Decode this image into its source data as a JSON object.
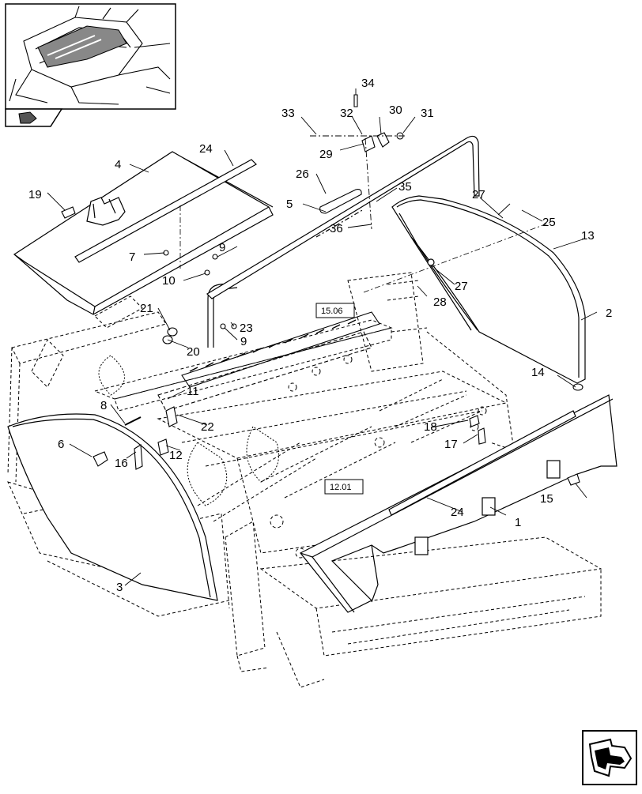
{
  "diagram": {
    "callouts": [
      "1",
      "2",
      "3",
      "4",
      "5",
      "6",
      "7",
      "8",
      "9",
      "9",
      "10",
      "11",
      "12",
      "13",
      "14",
      "15",
      "16",
      "17",
      "18",
      "19",
      "20",
      "21",
      "22",
      "23",
      "24",
      "24",
      "25",
      "26",
      "27",
      "27",
      "28",
      "29",
      "30",
      "31",
      "32",
      "33",
      "34",
      "35",
      "36"
    ],
    "reference_boxes": [
      "15.06",
      "12.01"
    ],
    "icons": {
      "inset": "machine-overview-thumbnail-icon",
      "inset_badge": "view-direction-arrow-icon",
      "corner": "next-page-arrow-icon"
    }
  }
}
